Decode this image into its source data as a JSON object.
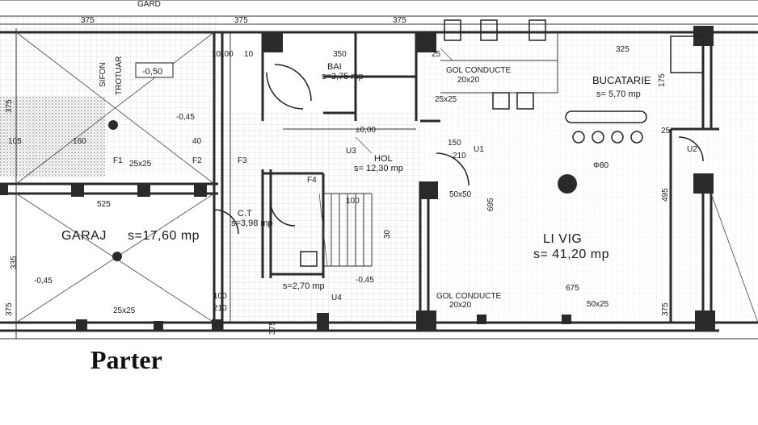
{
  "caption": "Parter",
  "rooms": {
    "garaj": {
      "name": "GARAJ",
      "area": "s=17,60 mp"
    },
    "living": {
      "name": "LI VIG",
      "area": "s= 41,20 mp"
    },
    "bucatarie": {
      "name": "BUCATARIE",
      "area": "s= 5,70 mp"
    },
    "hol": {
      "name": "HOL",
      "area": "s= 12,30 mp"
    },
    "baie": {
      "name": "BAI",
      "area": "s=3,75 mp"
    },
    "ct": {
      "name": "C.T",
      "area": "s=3,98 mp"
    },
    "wc": {
      "area": "s=2,70 mp"
    }
  },
  "labels": {
    "gard": "GARD",
    "level_050": "-0,50",
    "level_045a": "-0,45",
    "level_045b": "-0,45",
    "level_045c": "-0,45",
    "level_000": "±0,00",
    "sifon": "SIFON",
    "trotuar": "TROTUAR",
    "gol_conducte_top": "GOL CONDUCTE",
    "gol_conducte_top_size": "20x20",
    "gol_conducte_bottom": "GOL CONDUCTE",
    "gol_conducte_bottom_size": "20x20",
    "col_80": "Φ80",
    "u1": "U1",
    "u2": "U2",
    "u3": "U3",
    "u4": "U4",
    "f1": "F1",
    "f2": "F2",
    "f3": "F3",
    "f4": "F4"
  },
  "dimensions": {
    "d375_top_a": "375",
    "d375_top_b": "375",
    "d375_top_c": "375",
    "d375_left": "375",
    "d375_bottom_left": "375",
    "d375_bottom_mid": "375",
    "d375_bottom_right": "375",
    "d100": "100",
    "d10a": "10",
    "d10b": "10",
    "d350": "350",
    "d325": "325",
    "d175": "175",
    "d105": "105",
    "d160": "160",
    "d150": "150",
    "d40": "40",
    "d25a": "25",
    "d25b": "25",
    "d525": "525",
    "d695": "695",
    "d675": "675",
    "d495": "495",
    "d210a": "210",
    "d210b": "210",
    "d335": "335",
    "d30": "30",
    "d100b": "100",
    "d100c": "100",
    "d25x25a": "25x25",
    "d25x25b": "25x25",
    "d25x25c": "25x25",
    "d50x50": "50x50",
    "d50x25": "50x25"
  },
  "colors": {
    "ink": "#1a1a1a",
    "wall": "#2a2a2a",
    "hatch": "#555555"
  }
}
